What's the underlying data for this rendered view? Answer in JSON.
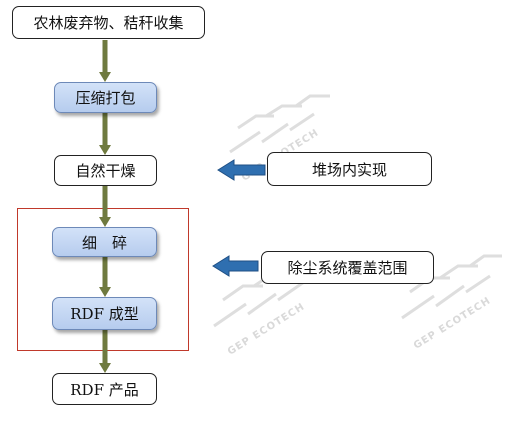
{
  "diagram": {
    "steps": {
      "collect": "农林废弃物、秸秆收集",
      "compress": "压缩打包",
      "dry": "自然干燥",
      "crush": "细　碎",
      "form": "RDF 成型",
      "product": "RDF 产品"
    },
    "notes": {
      "storage": "堆场内实现",
      "dust": "除尘系统覆盖范围"
    }
  },
  "watermark": {
    "text": "GEP ECOTECH"
  },
  "colors": {
    "arrow_olive": "#6f7a3f",
    "side_arrow_blue": "#2f6fb0",
    "highlight_fill": "#c6d8f2",
    "frame_red": "#c0392b"
  }
}
